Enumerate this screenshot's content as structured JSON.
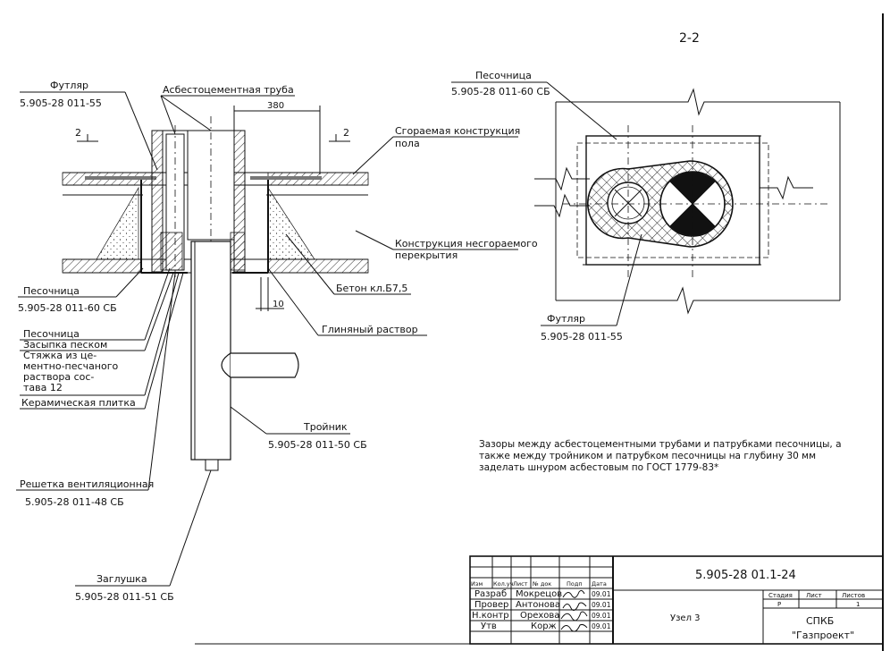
{
  "section_title": "2-2",
  "labels": {
    "asbestos_pipe": "Асбестоцементная труба",
    "case": "Футляр",
    "case_code": "5.905-28 011-55",
    "dim_380": "380",
    "cut_mark": "2",
    "combustible_floor_1": "Сгораемая конструкция",
    "combustible_floor_2": "пола",
    "noncombustible_1": "Конструкция несгораемого",
    "noncombustible_2": "перекрытия",
    "sandbox": "Песочница",
    "sandbox_code": "5.905-28 011-60 СБ",
    "concrete": "Бетон кл.Б7,5",
    "dim_10": "10",
    "clay": "Глиняный раствор",
    "tee": "Тройник",
    "tee_code": "5.905-28 011-50 СБ",
    "grid": "Решетка вентиляционная",
    "grid_code": "5.905-28 011-48 СБ",
    "plug": "Заглушка",
    "plug_code": "5.905-28 011-51 СБ",
    "plan_sandbox": "Песочница",
    "plan_sandbox_code": "5.905-28 011-60 СБ",
    "plan_case": "Футляр",
    "plan_case_code": "5.905-28 011-55"
  },
  "legend": [
    "Песочница",
    "Засыпка песком",
    "Стяжка из це-",
    "ментно-песчаного",
    "раствора сос-",
    "тава 12",
    "Керамическая плитка"
  ],
  "note": [
    "Зазоры между асбестоцементными трубами и патрубками песочницы, а",
    "также между тройником и патрубком песочницы на глубину 30 мм",
    "заделать шнуром асбестовым по ГОСТ 1779-83*"
  ],
  "title_block": {
    "doc_code": "5.905-28 01.1-24",
    "header_cols": [
      "Изм",
      "Кол.уч",
      "Лист",
      "№ док",
      "Подп",
      "Дата"
    ],
    "rows": [
      {
        "role": "Разраб",
        "name": "Мокрецов",
        "date": "09.01"
      },
      {
        "role": "Провер",
        "name": "Антонова",
        "date": "09.01"
      },
      {
        "role": "Н.контр",
        "name": "Орехова",
        "date": "09.01"
      },
      {
        "role": "Утв",
        "name": "Корж",
        "date": "09.01"
      }
    ],
    "node_title": "Узел 3",
    "stage_label": "Стадия",
    "sheet_label": "Лист",
    "sheets_label": "Листов",
    "stage_value": "Р",
    "sheets_value": "1",
    "org_1": "СПКБ",
    "org_2": "\"Газпроект\""
  }
}
